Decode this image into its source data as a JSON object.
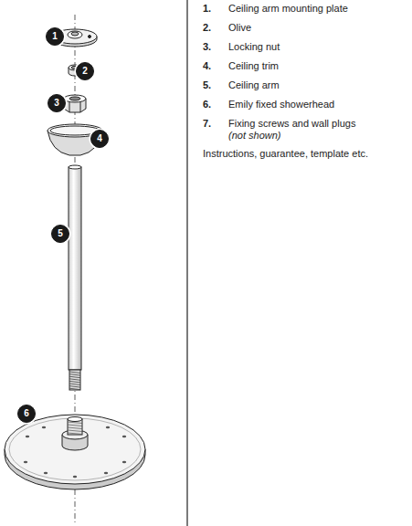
{
  "diagram": {
    "nodes": [
      {
        "text": [
          "1"
        ]
      },
      {
        "text": [
          "2"
        ]
      },
      {
        "text": [
          "3"
        ]
      },
      {
        "text": [
          "4"
        ]
      },
      {
        "text": [
          "5"
        ]
      },
      {
        "text": [
          "6"
        ]
      }
    ],
    "labels": [
      "1.",
      "Ceiling arm mounting plate",
      "2.",
      "Olive",
      "3.",
      "Locking nut",
      "4.",
      "Ceiling trim",
      "5.",
      "Ceiling arm",
      "6.",
      "Emily fixed showerhead",
      "7.",
      "Fixing screws and wall plugs",
      "(not shown)",
      "Instructions, guarantee, template etc."
    ]
  }
}
